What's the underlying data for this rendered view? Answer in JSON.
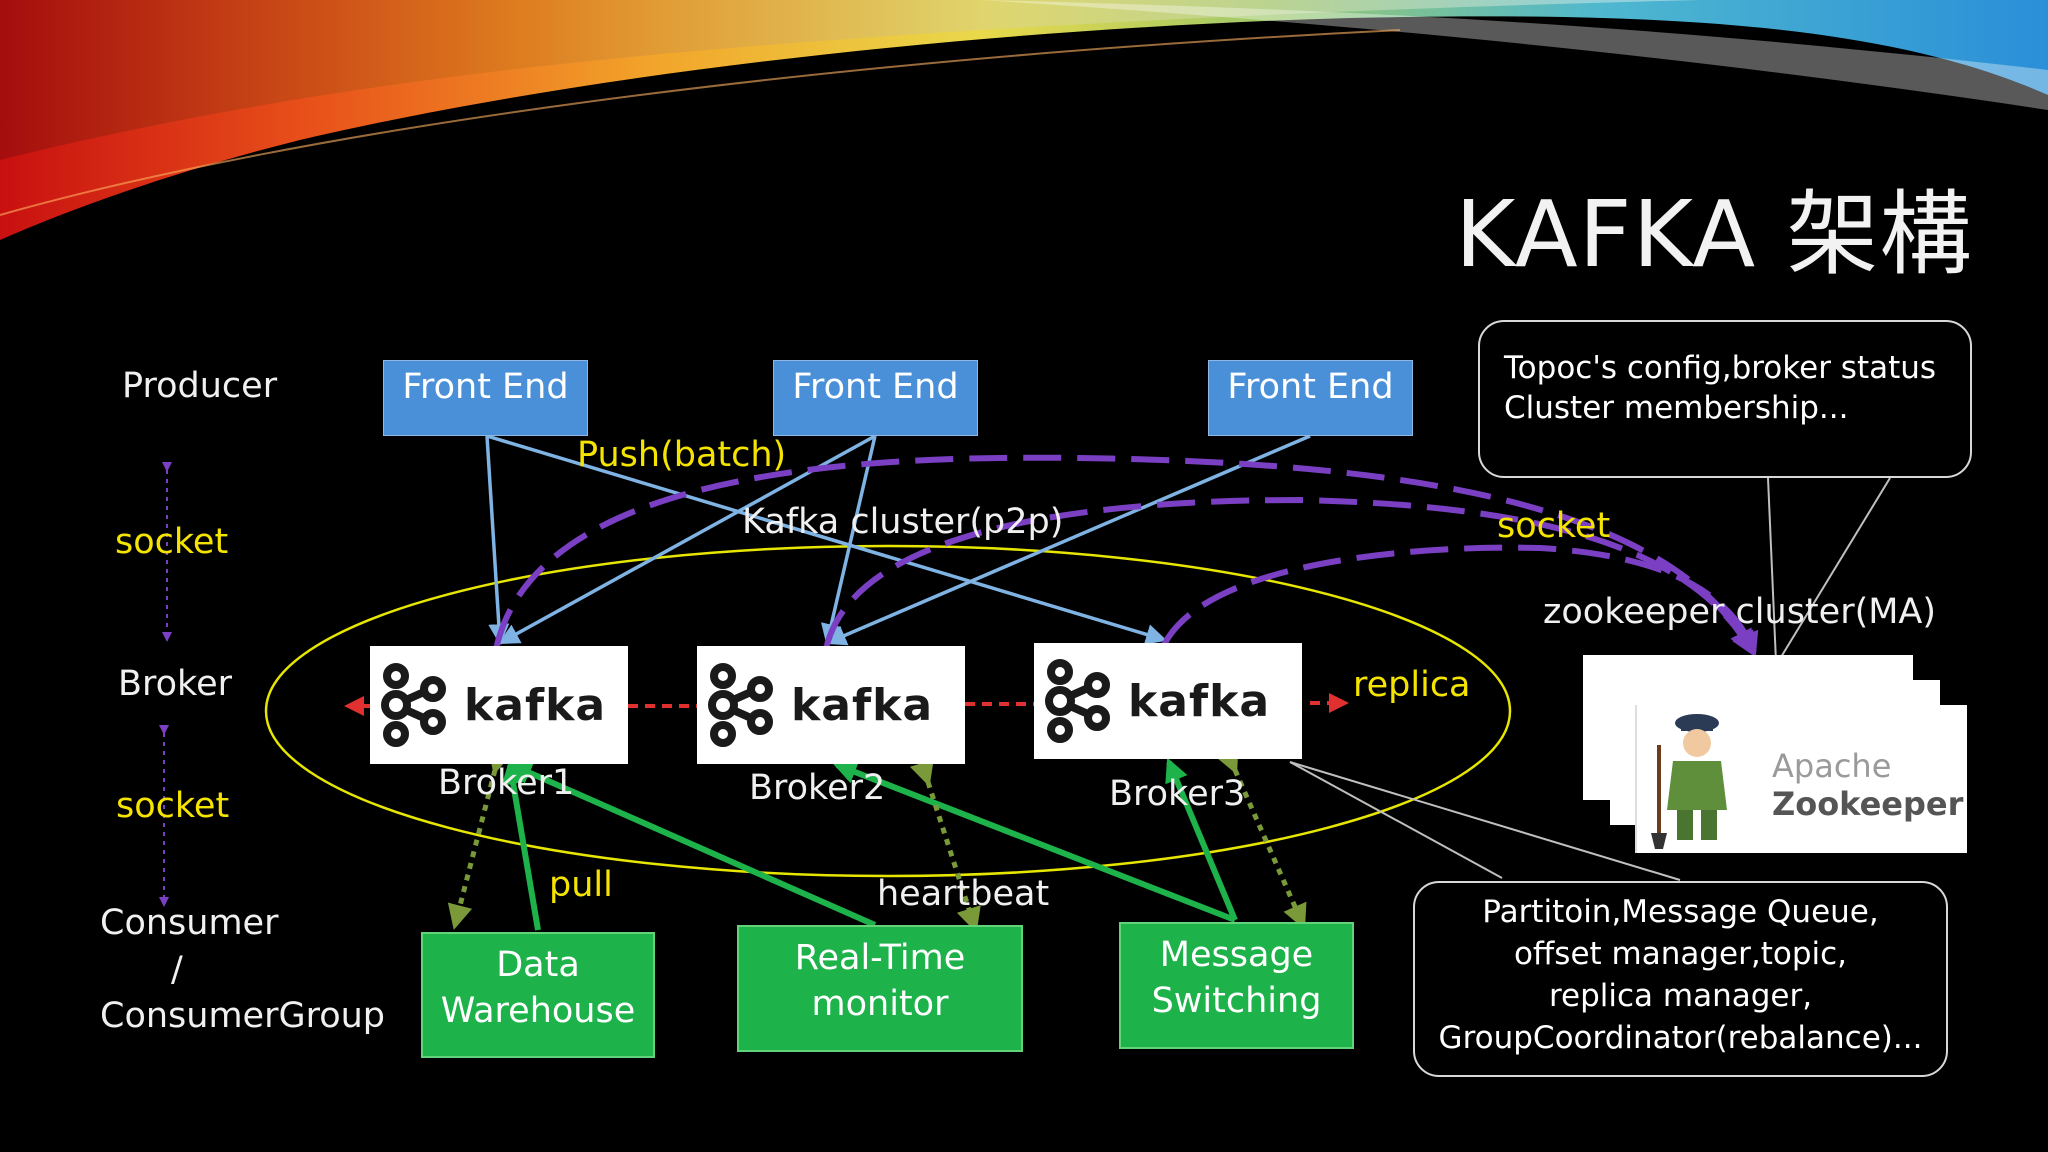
{
  "slide": {
    "title": "KAFKA 架構",
    "row_labels": {
      "producer": "Producer",
      "broker": "Broker",
      "consumer": "Consumer",
      "slash": "/",
      "consumer_group": "ConsumerGroup"
    },
    "socket_left_top": "socket",
    "socket_left_bottom": "socket",
    "socket_right": "socket",
    "push_label": "Push(batch)",
    "cluster_label": "Kafka cluster(p2p)",
    "replica_label": "replica",
    "pull_label": "pull",
    "heartbeat_label": "heartbeat",
    "producers": [
      "Front End",
      "Front End",
      "Front End"
    ],
    "brokers": [
      {
        "logo_text": "kafka",
        "caption": "Broker1"
      },
      {
        "logo_text": "kafka",
        "caption": "Broker2"
      },
      {
        "logo_text": "kafka",
        "caption": "Broker3"
      }
    ],
    "consumers": [
      {
        "line1": "Data",
        "line2": "Warehouse"
      },
      {
        "line1": "Real-Time",
        "line2": "monitor"
      },
      {
        "line1": "Message",
        "line2": "Switching"
      }
    ],
    "zookeeper": {
      "cluster_label": "zookeeper cluster(MA)",
      "logo_line1": "Apache",
      "logo_line2": "Zookeeper",
      "callout_lines": [
        "Topoc's config,broker status",
        "Cluster membership..."
      ]
    },
    "broker_callout_lines": [
      "Partitoin,Message Queue,",
      "offset manager,topic,",
      "replica manager,",
      "GroupCoordinator(rebalance)..."
    ],
    "colors": {
      "producer_box": "#4a90d9",
      "consumer_box": "#1db34a",
      "label_yellow": "#f5e400",
      "zk_arrow": "#7b3fc4",
      "replica_arrow": "#e03030"
    }
  }
}
